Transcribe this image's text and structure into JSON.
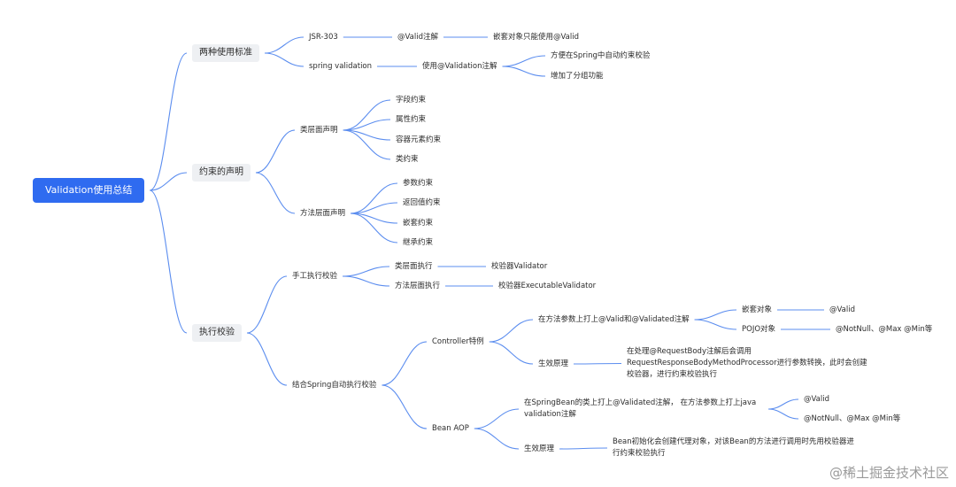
{
  "mindmap": {
    "root": "Validation使用总结",
    "sections": [
      {
        "title": "两种使用标准",
        "jsr": "JSR-303",
        "jsr_note": "@Valid注解",
        "jsr_detail": "嵌套对象只能使用@Valid",
        "spring": "spring validation",
        "spring_note": "使用@Validation注解",
        "spring_details": [
          "方便在Spring中自动约束校验",
          "增加了分组功能"
        ]
      },
      {
        "title": "约束的声明",
        "class_level": "类层面声明",
        "class_items": [
          "字段约束",
          "属性约束",
          "容器元素约束",
          "类约束"
        ],
        "method_level": "方法层面声明",
        "method_items": [
          "参数约束",
          "返回值约束",
          "嵌套约束",
          "继承约束"
        ]
      },
      {
        "title": "执行校验",
        "manual": "手工执行校验",
        "manual_class": "类层面执行",
        "manual_class_tool": "校验器Validator",
        "manual_method": "方法层面执行",
        "manual_method_tool": "校验器ExecutableValidator",
        "auto": "结合Spring自动执行校验",
        "controller": "Controller特例",
        "controller_params": "在方法参数上打上@Valid和@Validated注解",
        "nested_obj": "嵌套对象",
        "nested_obj_ann": "@Valid",
        "pojo_obj": "POJO对象",
        "pojo_ann": "@NotNull、@Max @Min等",
        "controller_effect": "生效原理",
        "controller_effect_desc": "在处理@RequestBody注解后会调用RequestResponseBodyMethodProcessor进行参数转换，此时会创建校验器，进行约束校验执行",
        "bean_aop": "Bean AOP",
        "bean_params": "在SpringBean的类上打上@Validated注解， 在方法参数上打上java validation注解",
        "bean_ann1": "@Valid",
        "bean_ann2": "@NotNull、@Max @Min等",
        "bean_effect": "生效原理",
        "bean_effect_desc": "Bean初始化会创建代理对象，对该Bean的方法进行调用时先用校验器进行约束校验执行"
      }
    ]
  },
  "watermark": "@稀土掘金技术社区",
  "colors": {
    "edge": "#5b8def",
    "root_bg": "#2f6bf0",
    "section_bg": "#eef0f3"
  }
}
